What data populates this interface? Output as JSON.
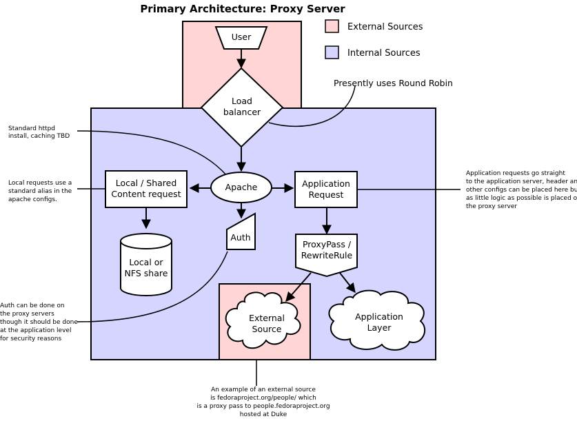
{
  "title": "Primary Architecture: Proxy Server",
  "legend": {
    "external": "External Sources",
    "internal": "Internal Sources"
  },
  "colors": {
    "external_fill": "#ffd5d5",
    "internal_fill": "#d5d5ff",
    "stroke": "#000000",
    "node_fill": "#ffffff"
  },
  "nodes": {
    "user": "User",
    "load_balancer": [
      "Load",
      "balancer"
    ],
    "apache": "Apache",
    "local_shared": [
      "Local / Shared",
      "Content request"
    ],
    "application_request": [
      "Application",
      "Request"
    ],
    "auth": "Auth",
    "local_nfs": [
      "Local or",
      "NFS share"
    ],
    "proxypass": [
      "ProxyPass /",
      "RewriteRule"
    ],
    "external_source": [
      "External",
      "Source"
    ],
    "application_layer": [
      "Application",
      "Layer"
    ]
  },
  "notes": {
    "round_robin": "Presently uses Round Robin",
    "httpd": [
      "Standard httpd",
      "install, caching TBD"
    ],
    "local_requests": [
      "Local requests use a",
      "standard alias in the",
      "apache configs."
    ],
    "application_requests": [
      "Application requests go straight",
      "to the application server, header and",
      "other configs can be placed here but",
      "as little logic as possible is placed on",
      "the proxy server"
    ],
    "auth": [
      "Auth can be done on",
      "the proxy servers",
      "though it should be done",
      "at the application level",
      "for security reasons"
    ],
    "external": [
      "An example of an external source",
      "is fedoraproject.org/people/ which",
      "is a proxy pass to people.fedoraproject.org",
      "hosted at Duke"
    ]
  }
}
